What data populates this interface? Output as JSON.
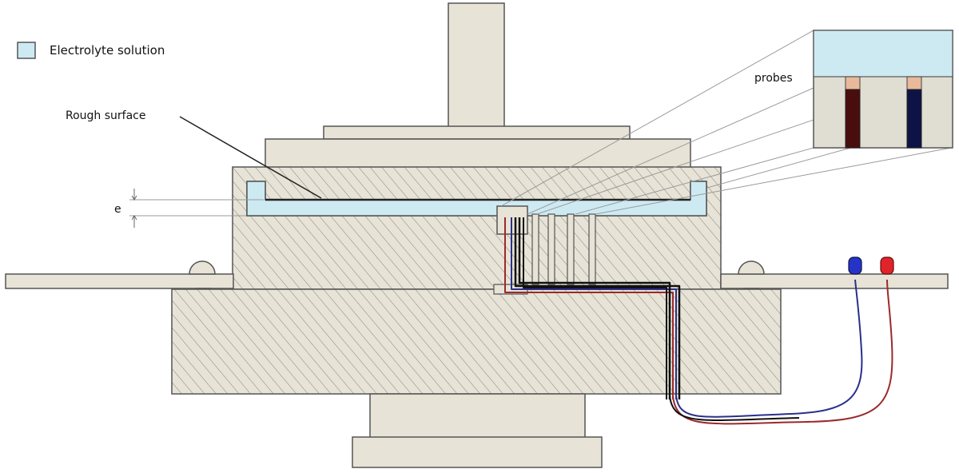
{
  "legend": {
    "label": "Electrolyte solution",
    "swatch_color": "#cdeaf3"
  },
  "labels": {
    "rough_surface": "Rough surface",
    "probes": "probes",
    "gap": "e"
  },
  "colors": {
    "part_fill": "#e7e3d6",
    "part_stroke": "#555555",
    "hatch_line": "#8a8a8a",
    "electrolyte": "#cdeaf3",
    "wire_red": "#9b2a2a",
    "wire_blue": "#2b2f8a",
    "connector_red": "#e0242a",
    "connector_blue": "#2434c8",
    "probe_tip": "#e8b99a",
    "probe_dark_red": "#4a0d0d",
    "probe_dark_blue": "#0d1445"
  }
}
